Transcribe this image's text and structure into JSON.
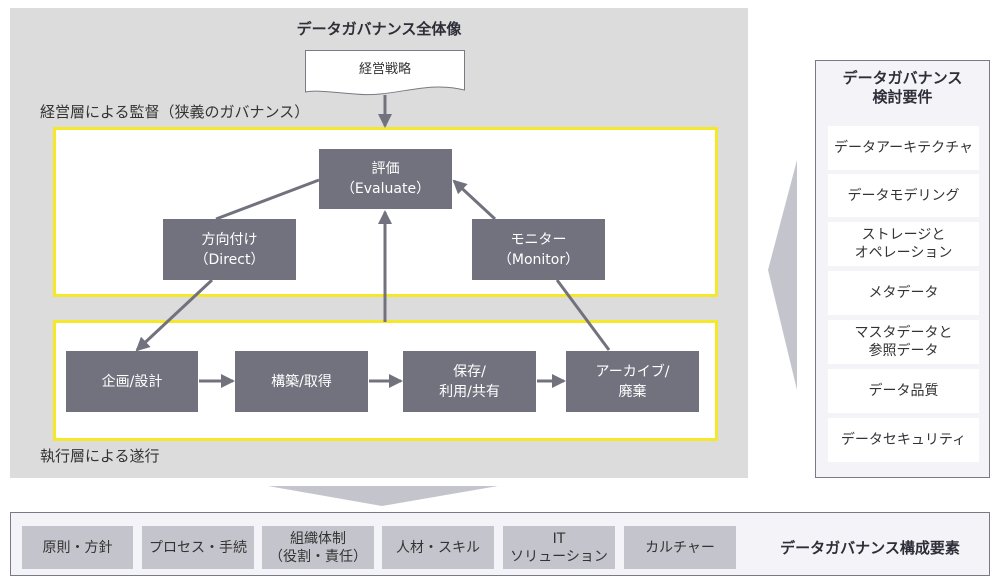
{
  "diagram": {
    "title": "データガバナンス全体像",
    "strategy_doc": "経営戦略",
    "oversight_label": "経営層による監督（狭義のガバナンス）",
    "execution_label": "執行層による遂行",
    "governance_nodes": {
      "evaluate": {
        "line1": "評価",
        "line2": "（Evaluate）"
      },
      "direct": {
        "line1": "方向付け",
        "line2": "（Direct）"
      },
      "monitor": {
        "line1": "モニター",
        "line2": "（Monitor）"
      }
    },
    "lifecycle_nodes": [
      {
        "line1": "企画/設計",
        "line2": ""
      },
      {
        "line1": "構築/取得",
        "line2": ""
      },
      {
        "line1": "保存/",
        "line2": "利用/共有"
      },
      {
        "line1": "アーカイブ/",
        "line2": "廃棄"
      }
    ],
    "colors": {
      "panel_bg": "#dcdcdc",
      "node_bg": "#72727e",
      "highlight_border": "#f5e72a",
      "arrow": "#72727e",
      "chevron": "#c4c4cc"
    }
  },
  "requirements": {
    "title_line1": "データガバナンス",
    "title_line2": "検討要件",
    "items": [
      {
        "line1": "データアーキテクチャ",
        "line2": ""
      },
      {
        "line1": "データモデリング",
        "line2": ""
      },
      {
        "line1": "ストレージと",
        "line2": "オペレーション"
      },
      {
        "line1": "メタデータ",
        "line2": ""
      },
      {
        "line1": "マスタデータと",
        "line2": "参照データ"
      },
      {
        "line1": "データ品質",
        "line2": ""
      },
      {
        "line1": "データセキュリティ",
        "line2": ""
      }
    ]
  },
  "components": {
    "title": "データガバナンス構成要素",
    "items": [
      {
        "line1": "原則・方針",
        "line2": ""
      },
      {
        "line1": "プロセス・手続",
        "line2": ""
      },
      {
        "line1": "組織体制",
        "line2": "（役割・責任）"
      },
      {
        "line1": "人材・スキル",
        "line2": ""
      },
      {
        "line1": "IT",
        "line2": "ソリューション"
      },
      {
        "line1": "カルチャー",
        "line2": ""
      }
    ]
  }
}
